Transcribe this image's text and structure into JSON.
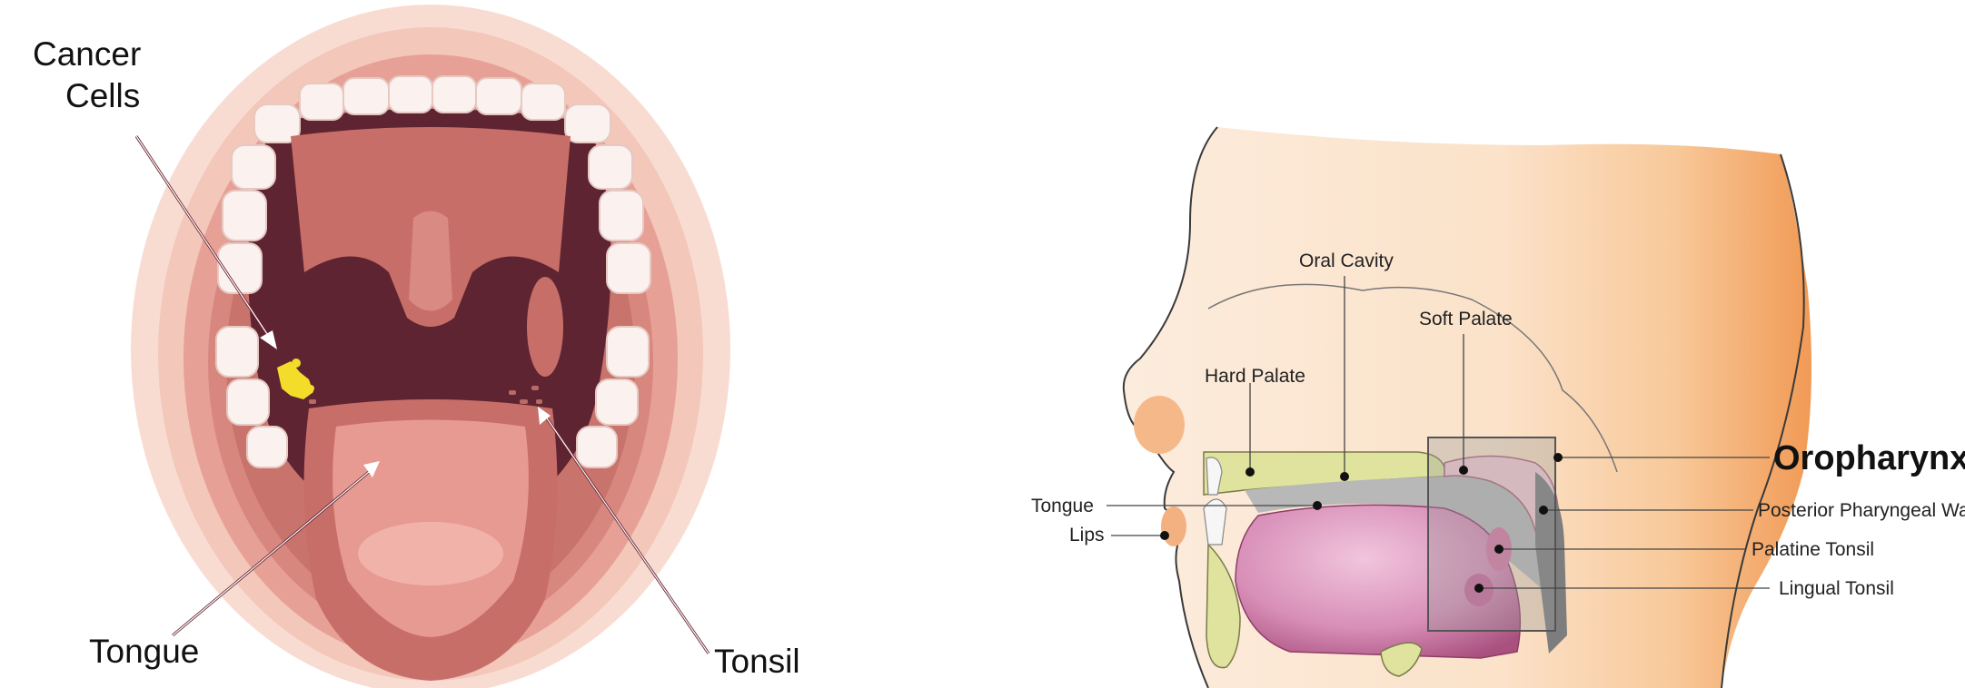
{
  "left_panel": {
    "labels": {
      "cancer_cells_line1": "Cancer",
      "cancer_cells_line2": "Cells",
      "tongue": "Tongue",
      "tonsil": "Tonsil"
    }
  },
  "right_panel": {
    "labels": {
      "oral_cavity": "Oral Cavity",
      "soft_palate": "Soft Palate",
      "hard_palate": "Hard Palate",
      "tongue": "Tongue",
      "lips": "Lips",
      "oropharynx": "Oropharynx",
      "posterior_pharyngeal_wall": "Posterior Pharyngeal Wa",
      "palatine_tonsil": "Palatine Tonsil",
      "lingual_tonsil": "Lingual Tonsil"
    }
  },
  "colors": {
    "face_outer": "#f6d2c6",
    "lip": "#e99a8f",
    "throat": "#5e2431",
    "tongue": "#c86e69",
    "tooth": "#fbf2ef",
    "cancer": "#f4dc2a",
    "skin": "#fbe3cc",
    "tongue_pink": "#d78db6",
    "palate_yellow": "#dfe39e",
    "box_gray": "#8a8a8a"
  }
}
